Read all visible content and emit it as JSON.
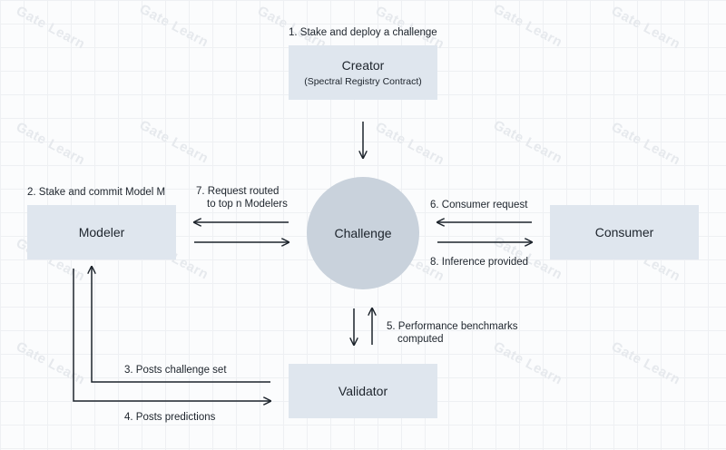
{
  "watermark": "Gate Learn",
  "creator": {
    "title": "Creator",
    "subtitle": "(Spectral Registry Contract)",
    "step_label": "1. Stake and deploy a challenge"
  },
  "challenge": {
    "title": "Challenge"
  },
  "modeler": {
    "title": "Modeler",
    "step_label": "2. Stake and commit Model M"
  },
  "consumer": {
    "title": "Consumer"
  },
  "validator": {
    "title": "Validator"
  },
  "steps": {
    "posts_challenge_set": "3. Posts challenge set",
    "posts_predictions": "4. Posts predictions",
    "benchmarks_line1": "5. Performance benchmarks",
    "benchmarks_line2": "computed",
    "consumer_request": "6. Consumer request",
    "request_routed_line1": "7. Request routed",
    "request_routed_line2": "to top n Modelers",
    "inference_provided": "8. Inference provided"
  },
  "colors": {
    "box_fill": "#dfe6ee",
    "circle_fill": "#c9d2dc",
    "arrow": "#1d242c",
    "grid": "#eef0f3"
  }
}
